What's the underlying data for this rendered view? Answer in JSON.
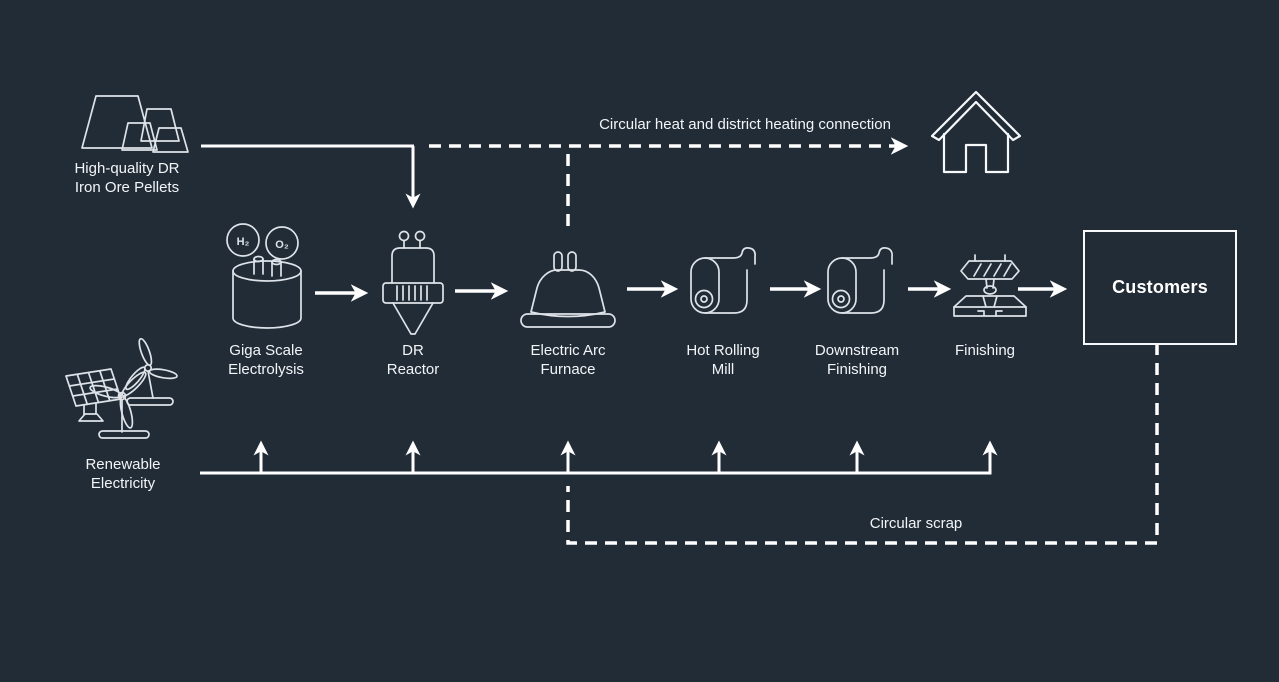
{
  "canvas": {
    "background_color": "#222c37",
    "line_color": "#ffffff",
    "icon_stroke_color": "#dde3e8",
    "text_color": "#f2f5f7"
  },
  "nodes": {
    "iron_ore": {
      "label": "High-quality DR\nIron Ore Pellets",
      "icon": "ore-piles-icon"
    },
    "electrolysis": {
      "label": "Giga Scale\nElectrolysis",
      "icon": "electrolysis-tank-icon",
      "h2": "H₂",
      "o2": "O₂"
    },
    "dr_reactor": {
      "label": "DR\nReactor",
      "icon": "dr-reactor-icon"
    },
    "eaf": {
      "label": "Electric Arc\nFurnace",
      "icon": "electric-arc-furnace-icon"
    },
    "hot_rolling_mill": {
      "label": "Hot Rolling\nMill",
      "icon": "steel-coil-icon"
    },
    "downstream_finishing": {
      "label": "Downstream\nFinishing",
      "icon": "steel-coil-icon"
    },
    "finishing": {
      "label": "Finishing",
      "icon": "milling-machine-icon"
    },
    "customers": {
      "label": "Customers",
      "icon": "customers-box"
    },
    "renewable": {
      "label": "Renewable\nElectricity",
      "icon": "wind-solar-icon"
    },
    "district_heating": {
      "icon": "house-icon"
    }
  },
  "flows": {
    "heat": {
      "label": "Circular heat and district heating connection",
      "style": "dashed-arrow"
    },
    "scrap": {
      "label": "Circular scrap",
      "style": "dashed"
    },
    "electricity": {
      "style": "solid-up-arrows"
    },
    "pellets_feed": {
      "style": "solid-arrow"
    }
  }
}
